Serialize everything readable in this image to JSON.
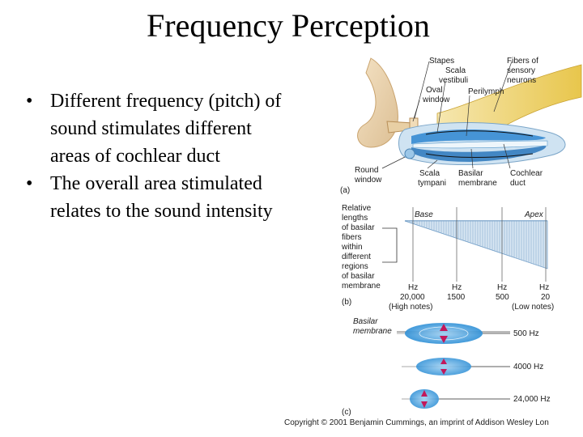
{
  "slide": {
    "title": "Frequency Perception",
    "bullets": [
      "Different frequency (pitch) of sound stimulates different areas of cochlear duct",
      "The overall area stimulated relates to the sound intensity"
    ]
  },
  "figure": {
    "panel_a": {
      "tag": "(a)",
      "labels": {
        "stapes": "Stapes",
        "scala_vestibuli_1": "Scala",
        "scala_vestibuli_2": "vestibuli",
        "fibers_1": "Fibers of",
        "fibers_2": "sensory",
        "fibers_3": "neurons",
        "oval_window_1": "Oval",
        "oval_window_2": "window",
        "perilymph": "Perilymph",
        "round_window_1": "Round",
        "round_window_2": "window",
        "scala_tympani_1": "Scala",
        "scala_tympani_2": "tympani",
        "basilar_membrane_1": "Basilar",
        "basilar_membrane_2": "membrane",
        "cochlear_duct_1": "Cochlear",
        "cochlear_duct_2": "duct"
      }
    },
    "panel_b": {
      "tag": "(b)",
      "base_label": "Base",
      "apex_label": "Apex",
      "side_label": [
        "Relative",
        "lengths",
        "of basilar",
        "fibers",
        "within",
        "different",
        "regions",
        "of basilar",
        "membrane"
      ],
      "frequency_marks": [
        {
          "line1": "Hz",
          "line2": "20,000",
          "line3": "(High notes)"
        },
        {
          "line1": "Hz",
          "line2": "1500",
          "line3": ""
        },
        {
          "line1": "Hz",
          "line2": "500",
          "line3": ""
        },
        {
          "line1": "Hz",
          "line2": "20",
          "line3": "(Low notes)"
        }
      ]
    },
    "panel_c": {
      "tag": "(c)",
      "label_1": "Basilar",
      "label_2": "membrane",
      "frequencies": [
        "500 Hz",
        "4000 Hz",
        "24,000 Hz"
      ]
    }
  },
  "copyright": "Copyright © 2001 Benjamin Cummings, an imprint of Addison Wesley Lon"
}
